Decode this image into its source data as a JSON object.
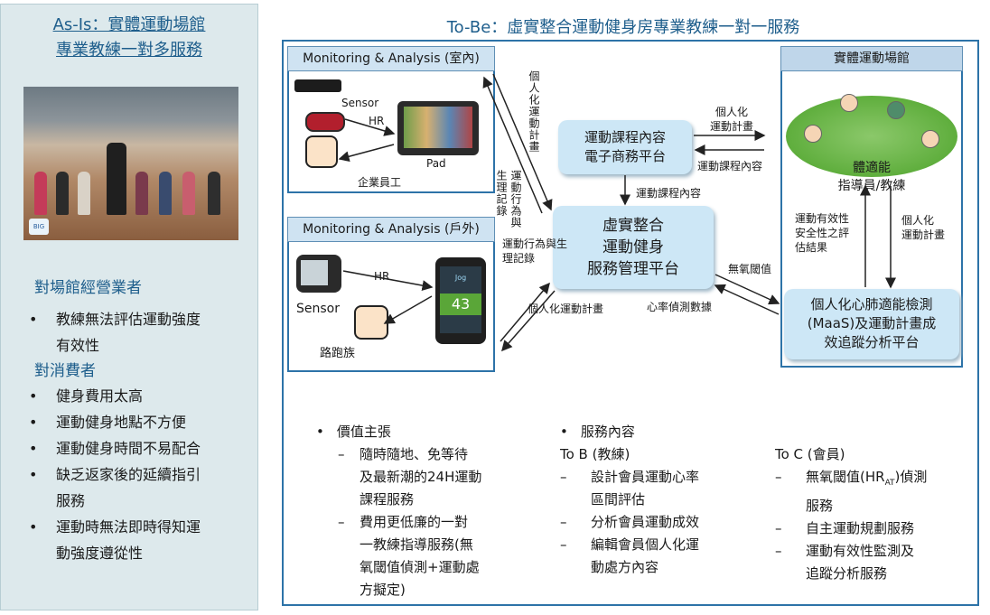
{
  "left": {
    "title_line1": "As-Is：實體運動場館",
    "title_line2": "專業教練一對多服務",
    "photo_alt": "BIG",
    "operator_head": "對場館經營業者",
    "operator_items": [
      "教練無法評估運動強度",
      "有效性"
    ],
    "consumer_head": "對消費者",
    "consumer_items": [
      "健身費用太高",
      "運動健身地點不方便",
      "運動健身時間不易配合",
      "缺乏返家後的延續指引",
      "服務",
      "運動時無法即時得知運",
      "動強度遵從性"
    ]
  },
  "right": {
    "title": "To-Be：虛實整合運動健身房專業教練一對一服務",
    "indoor": {
      "head": "Monitoring & Analysis (室內)",
      "sensor": "Sensor",
      "hr": "HR",
      "pad": "Pad",
      "employee": "企業員工"
    },
    "outdoor": {
      "head": "Monitoring & Analysis (戶外)",
      "hr": "HR",
      "sensor": "Sensor",
      "runner": "路跑族",
      "phone_label": "Jog",
      "phone_value": "43"
    },
    "gym": {
      "head": "實體運動場館",
      "trainer_line1": "體適能",
      "trainer_line2": "指導員/教練"
    },
    "ecommerce": {
      "line1": "運動課程內容",
      "line2": "電子商務平台"
    },
    "hub": {
      "line1": "虛實整合",
      "line2": "運動健身",
      "line3": "服務管理平台"
    },
    "maas": {
      "line1": "個人化心肺適能檢測",
      "line2": "(MaaS)及運動計畫成",
      "line3": "效追蹤分析平台"
    },
    "labels": {
      "vert_plan": "個人化運動計畫",
      "vert_record": "生理記錄",
      "vert_record2": "運動行為與",
      "behavior_record": "運動行為與生理記錄",
      "personal_plan_top": "個人化",
      "personal_plan_top2": "運動計畫",
      "course_content_right": "運動課程內容",
      "course_content_down": "運動課程內容",
      "anaerobic": "無氧閾值",
      "heart_rate": "心率偵測數據",
      "personal_plan_bottom": "個人化運動計畫",
      "effectiveness1": "運動有效性",
      "effectiveness2": "安全性之評",
      "effectiveness3": "估結果",
      "gym_plan1": "個人化",
      "gym_plan2": "運動計畫"
    },
    "value": {
      "head": "價值主張",
      "items": [
        "隨時隨地、免等待",
        "及最新潮的24H運動",
        "課程服務",
        "費用更低廉的一對",
        "一教練指導服務(無",
        "氧閾值偵測+運動處",
        "方擬定)"
      ]
    },
    "service": {
      "head": "服務內容",
      "subhead": "To B (教練)",
      "items": [
        "設計會員運動心率",
        "區間評估",
        "分析會員運動成效",
        "編輯會員個人化運",
        "動處方內容"
      ]
    },
    "toc": {
      "subhead": "To C (會員)",
      "items": [
        "無氧閾值(HR",
        "AT",
        ")偵測",
        "服務",
        "自主運動規劃服務",
        "運動有效性監測及",
        "追蹤分析服務"
      ]
    }
  }
}
